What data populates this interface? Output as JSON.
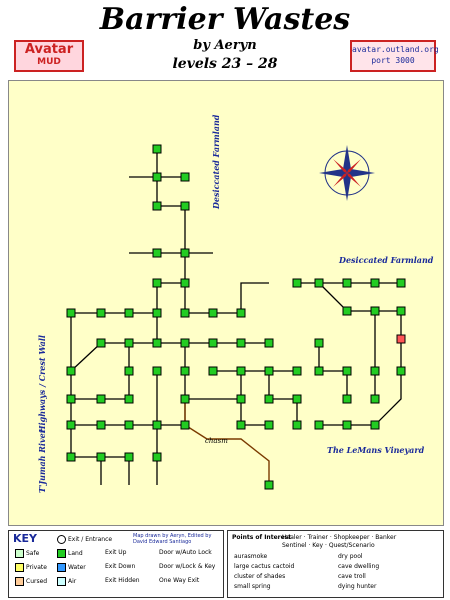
{
  "header": {
    "title": "Barrier Wastes",
    "byline": "by Aeryn",
    "levels": "levels 23 – 28",
    "logo_line1": "Avatar",
    "logo_line2": "MUD",
    "site_line1": "avatar.outland.org",
    "site_line2": "port 3000"
  },
  "map": {
    "region_labels": [
      {
        "text": "Desiccated Farmland"
      },
      {
        "text": "Desiccated Farmland"
      },
      {
        "text": "Highways / Crest Wall"
      },
      {
        "text": "T'Jumah River"
      },
      {
        "text": "The LeMans Vineyard"
      },
      {
        "text": "chasm"
      }
    ]
  },
  "legend": {
    "title": "KEY",
    "items": [
      {
        "label": "Exit / Entrance",
        "color": "#ffffff"
      },
      {
        "label": "Safe",
        "color": "#ccffcc"
      },
      {
        "label": "Land",
        "color": "#22cc22"
      },
      {
        "label": "Private",
        "color": "#ffff66"
      },
      {
        "label": "Water",
        "color": "#3399ff"
      },
      {
        "label": "Cursed",
        "color": "#ffcc99"
      },
      {
        "label": "Air",
        "color": "#ccffff"
      }
    ],
    "exit_types": [
      "Exit Up",
      "Exit Down",
      "Exit Hidden",
      "Door w/Auto Lock",
      "Door w/Lock & Key",
      "One Way Exit"
    ],
    "credit": "Map drawn by Aeryn, Edited by David Edward Santiago"
  },
  "key2": {
    "header": "Points of Interest",
    "legend_row1": [
      "Healer",
      "Trainer",
      "Shopkeeper",
      "Banker"
    ],
    "legend_row2": [
      "Sentinel",
      "Key",
      "Quest/Scenario"
    ],
    "entries": [
      "aurasmoke",
      "large cactus cactoid",
      "cluster of shades",
      "small spring",
      "dry pool",
      "cave dwelling",
      "cave troll",
      "dying hunter"
    ]
  }
}
